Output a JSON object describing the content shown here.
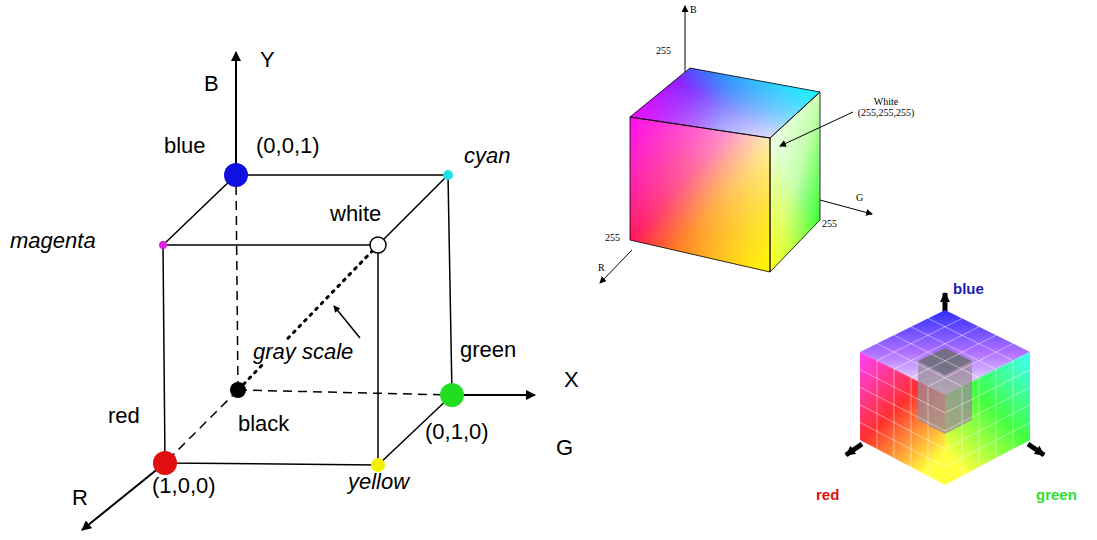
{
  "diagram": {
    "labels": [
      "Y",
      "B",
      "blue",
      "(0,0,1)",
      "cyan",
      "white",
      "magenta",
      "gray scale",
      "green",
      "X",
      "red",
      "black",
      "(0,1,0)",
      "G",
      "R",
      "(1,0,0)",
      "yellow",
      "B",
      "255",
      "White (255,255,255)",
      "G",
      "255",
      "255",
      "R",
      "blue",
      "red",
      "green"
    ]
  }
}
